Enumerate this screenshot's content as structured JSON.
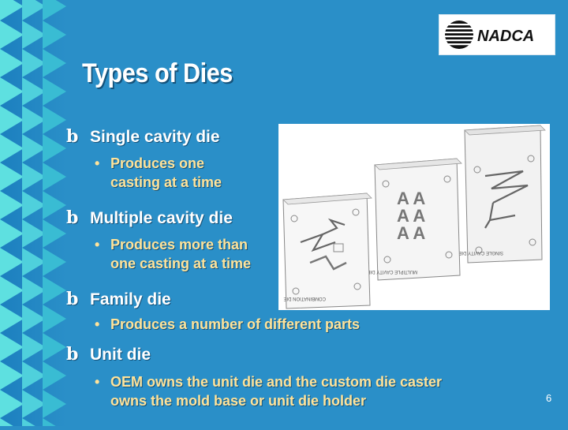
{
  "logo": {
    "text": "NADCA"
  },
  "title": "Types of Dies",
  "bullet_glyph": "b",
  "sub_glyph": "•",
  "bullets": [
    {
      "text": "Single cavity die",
      "sub": [
        {
          "lines": [
            "Produces one",
            "casting at a time"
          ]
        }
      ]
    },
    {
      "text": "Multiple cavity die",
      "sub": [
        {
          "lines": [
            "Produces more than",
            "one casting at a time"
          ]
        }
      ]
    },
    {
      "text": "Family die",
      "sub": [
        {
          "lines": [
            "Produces a number of different parts"
          ]
        }
      ]
    },
    {
      "text": "Unit die",
      "sub": [
        {
          "lines": [
            "OEM owns the unit die and the custom die caster",
            "owns the mold base or unit die holder"
          ]
        }
      ]
    }
  ],
  "figure": {
    "labels": [
      "SINGLE CAVITY DIE",
      "MULTIPLE CAVITY DIE",
      "COMBINATION DIE"
    ]
  },
  "page_number": "6",
  "colors": {
    "background": "#2a8fc8",
    "title": "#ffffff",
    "sub_text": "#ffe39a"
  }
}
